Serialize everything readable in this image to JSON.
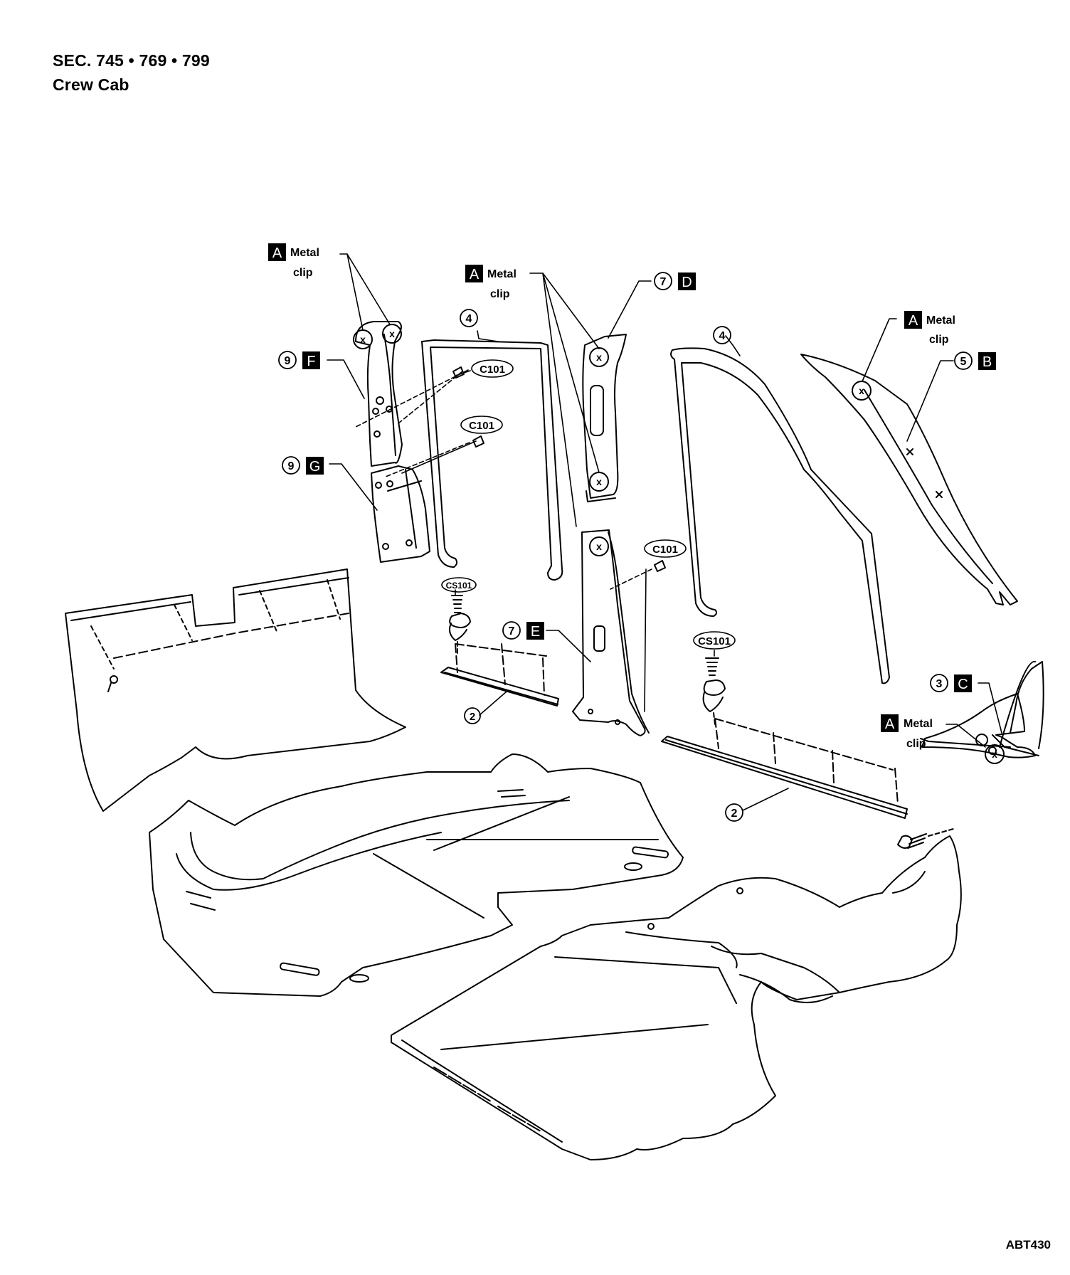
{
  "header": {
    "section": "SEC. 745 • 769 • 799",
    "cab": "Crew Cab"
  },
  "figure_code": "ABT430",
  "clip_note": {
    "letter": "A",
    "line1": "Metal",
    "line2": "clip"
  },
  "clip_marker": "x",
  "callouts": [
    {
      "number": "9",
      "letter": "F"
    },
    {
      "number": "9",
      "letter": "G"
    },
    {
      "number": "7",
      "letter": "D"
    },
    {
      "number": "7",
      "letter": "E"
    },
    {
      "number": "5",
      "letter": "B"
    },
    {
      "number": "3",
      "letter": "C"
    },
    {
      "number": "4",
      "letter": ""
    },
    {
      "number": "4",
      "letter": ""
    },
    {
      "number": "2",
      "letter": ""
    },
    {
      "number": "2",
      "letter": ""
    }
  ],
  "fasteners": {
    "clip": "C101",
    "screw_clip": "CS101"
  }
}
